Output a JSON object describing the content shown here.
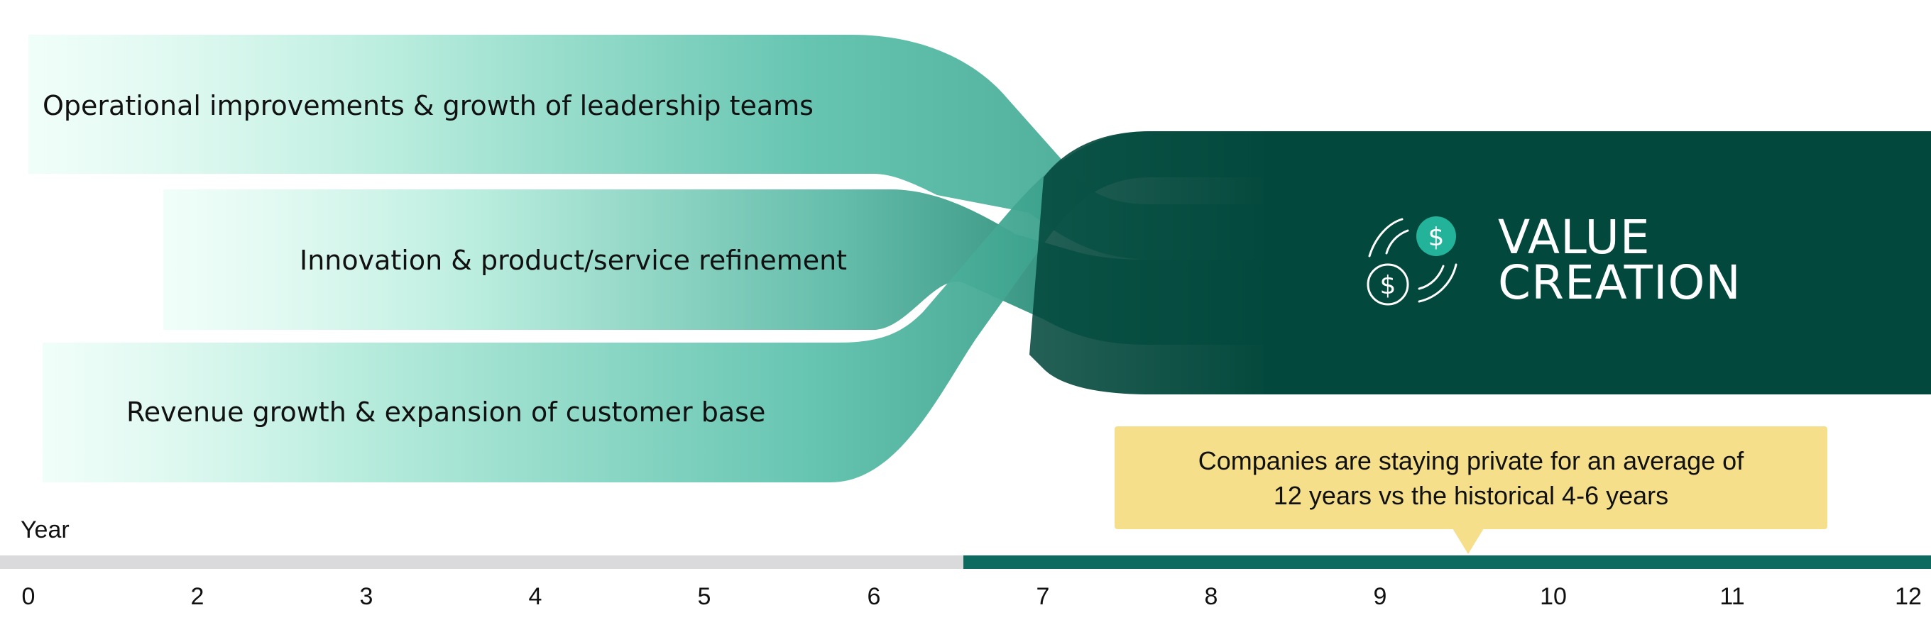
{
  "diagram": {
    "drivers": [
      "Operational improvements & growth of leadership teams",
      "Innovation & product/service refinement",
      "Revenue growth & expansion of customer base"
    ],
    "outcome": {
      "line1": "VALUE",
      "line2": "CREATION",
      "icon": "coins-dollar-icon"
    },
    "callout": {
      "line1": "Companies are staying private for an average of",
      "line2": "12 years vs the historical 4-6 years"
    },
    "timeline": {
      "label": "Year",
      "ticks": [
        "0",
        "2",
        "3",
        "4",
        "5",
        "6",
        "7",
        "8",
        "9",
        "10",
        "11",
        "12"
      ]
    }
  },
  "colors": {
    "band_light": "#e6fdf5",
    "band_mid": "#8ad9c4",
    "band_teal": "#5ec2ad",
    "value_dark": "#03483c",
    "track_past": "#dadadc",
    "track_future": "#0c6b5e",
    "callout_bg": "#f5df8b",
    "coin_accent": "#22b39a"
  }
}
